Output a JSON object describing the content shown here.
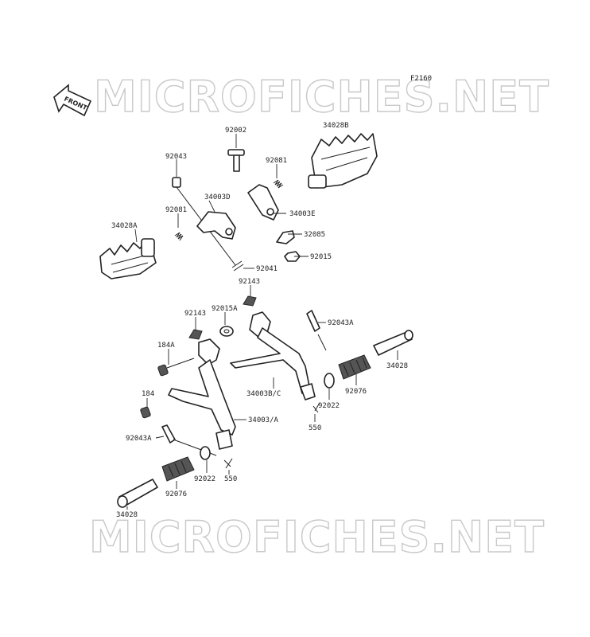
{
  "diagram_code": "F2160",
  "watermark": "MICROFICHES.NET",
  "front_arrow": {
    "label": "FRONT",
    "icon": "front-arrow-icon"
  },
  "labels": {
    "p92002": "92002",
    "p34028B": "34028B",
    "p92043_top": "92043",
    "p92081_right": "92081",
    "p34003D": "34003D",
    "p34003E": "34003E",
    "p92081_left": "92081",
    "p32085": "32085",
    "p34028A": "34028A",
    "p92015": "92015",
    "p92041": "92041",
    "p92143_top": "92143",
    "p92143": "92143",
    "p92015A": "92015A",
    "p92043A_right": "92043A",
    "p184A": "184A",
    "p34028_right": "34028",
    "p92076_right": "92076",
    "p34003BC": "34003B/C",
    "p92022_right": "92022",
    "p184": "184",
    "p550_right": "550",
    "p34003A": "34003/A",
    "p92043A_left": "92043A",
    "p92022_left": "92022",
    "p550_left": "550",
    "p92076_left": "92076",
    "p34028_left": "34028"
  }
}
